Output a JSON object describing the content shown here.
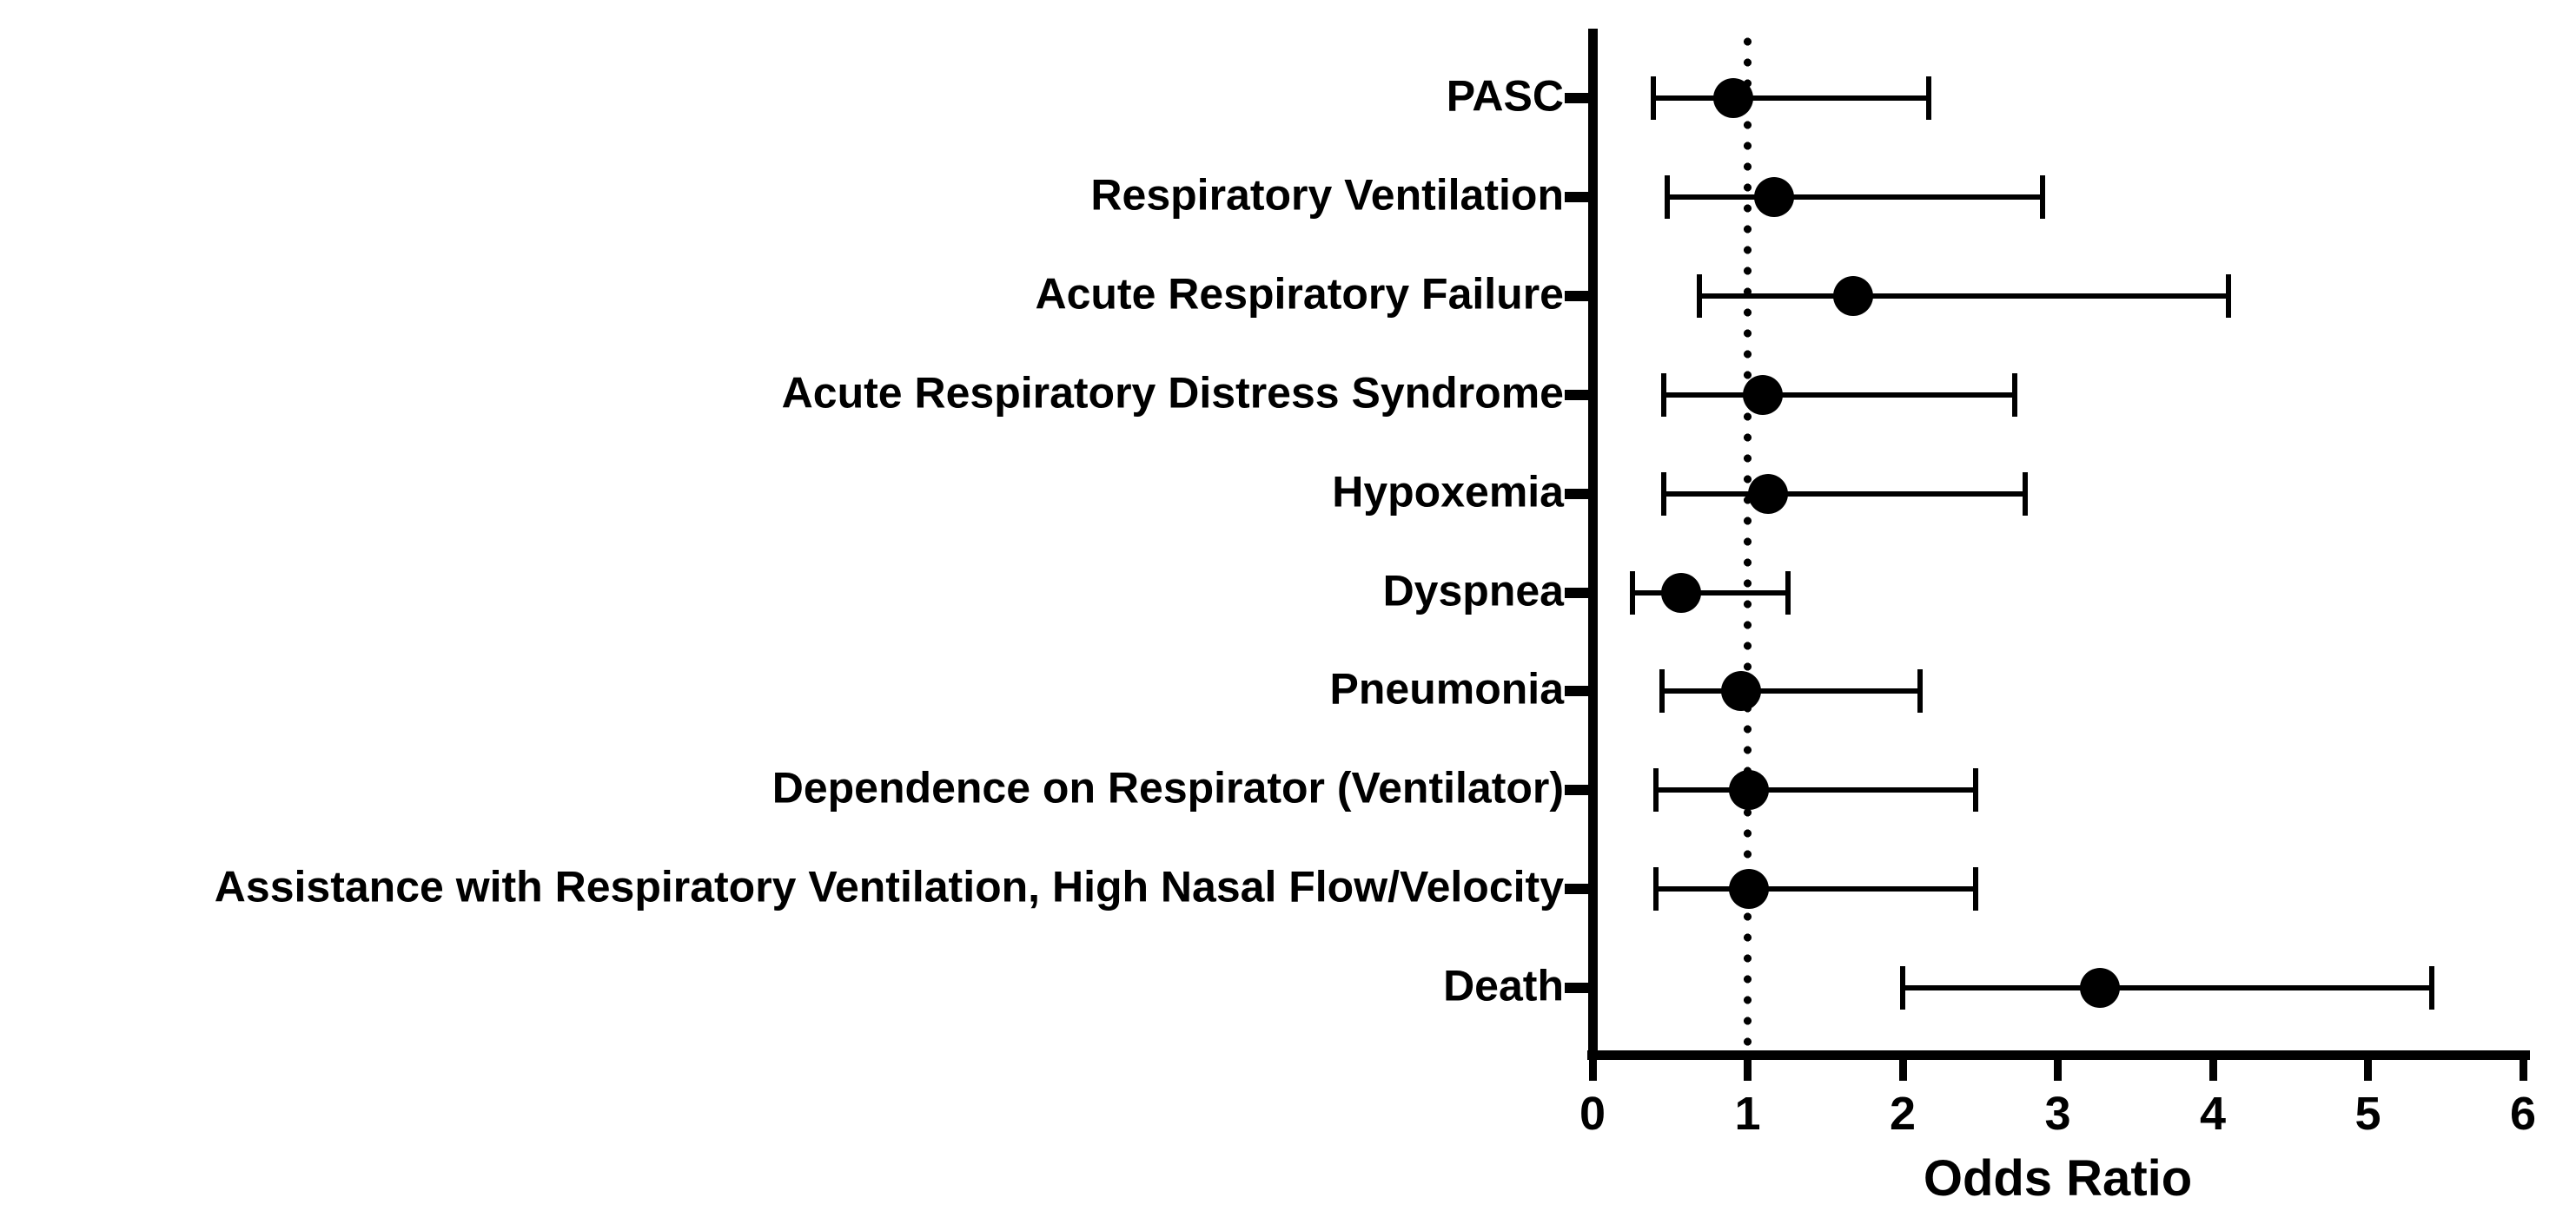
{
  "figure": {
    "background_color": "#ffffff",
    "ink_color": "#000000"
  },
  "chart_data": {
    "type": "scatter",
    "variant": "forest-plot",
    "title": "",
    "xlabel": "Odds Ratio",
    "ylabel": "",
    "xlim": [
      0,
      6
    ],
    "x_ticks": [
      "0",
      "1",
      "2",
      "3",
      "4",
      "5",
      "6"
    ],
    "grid": false,
    "legend_position": "none",
    "marker_style": "filled-circle",
    "error_bar_style": "capped-whiskers",
    "reference_line": {
      "x": 1,
      "style": "dotted",
      "color": "#000000"
    },
    "categories": [
      "PASC",
      "Respiratory Ventilation",
      "Acute Respiratory Failure",
      "Acute Respiratory Distress Syndrome",
      "Hypoxemia",
      "Dyspnea",
      "Pneumonia",
      "Dependence on Respirator (Ventilator)",
      "Assistance with Respiratory Ventilation, High Nasal Flow/Velocity",
      "Death"
    ],
    "or_values": [
      0.91,
      1.17,
      1.68,
      1.1,
      1.13,
      0.57,
      0.96,
      1.01,
      1.01,
      3.27
    ],
    "ci_low": [
      0.39,
      0.48,
      0.69,
      0.46,
      0.46,
      0.26,
      0.45,
      0.41,
      0.41,
      2.0
    ],
    "ci_high": [
      2.17,
      2.9,
      4.1,
      2.72,
      2.79,
      1.26,
      2.11,
      2.47,
      2.47,
      5.41
    ]
  }
}
